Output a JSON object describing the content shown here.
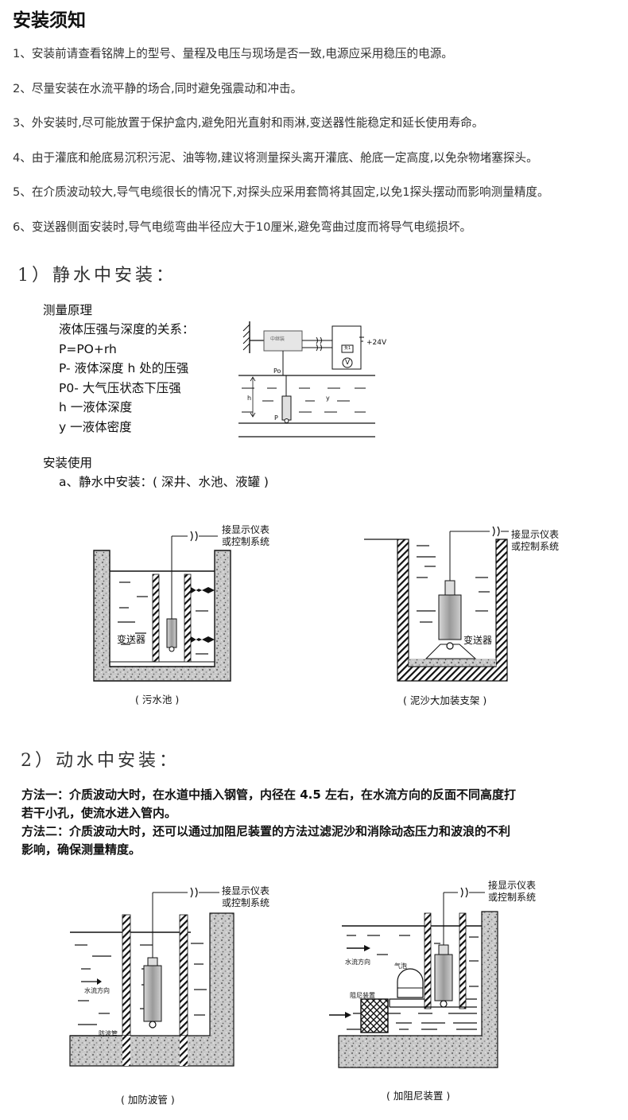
{
  "title": "安装须知",
  "notes": [
    "1、安装前请查看铭牌上的型号、量程及电压与现场是否一致,电源应采用稳压的电源。",
    "2、尽量安装在水流平静的场合,同时避免强震动和冲击。",
    "3、外安装时,尽可能放置于保护盒内,避免阳光直射和雨淋,变送器性能稳定和延长使用寿命。",
    "4、由于灌底和舱底易沉积污泥、油等物,建议将测量探头离开灌底、舱底一定高度,以免杂物堵塞探头。",
    "5、在介质波动较大,导气电缆很长的情况下,对探头应采用套筒将其固定,以免1探头摆动而影响测量精度。",
    "6、变送器侧面安装时,导气电缆弯曲半径应大于10厘米,避免弯曲过度而将导气电缆损坏。"
  ],
  "static": {
    "heading": "1）静水中安装：",
    "principle_title": "测量原理",
    "principle_lines": [
      "液体压强与深度的关系：",
      "P=PO+rh",
      "P- 液体深度 h 处的压强",
      "P0- 大气压状态下压强",
      "h 一液体深度",
      "y 一液体密度"
    ],
    "schematic": {
      "box_label": "中继装",
      "voltage": "+24V",
      "meter": "V",
      "unit": "负1",
      "po": "Po",
      "h": "h",
      "y": "y",
      "p": "P"
    },
    "usage_title": "安装使用",
    "usage_sub": "a、静水中安装：( 深井、水池、液罐 )",
    "diagram_a": {
      "label": "接显示仪表\n或控制系统",
      "sensor": "变送器",
      "caption": "( 污水池 )"
    },
    "diagram_b": {
      "label": "接显示仪表\n或控制系统",
      "sensor": "变送器",
      "caption": "( 泥沙大加装支架 )"
    }
  },
  "dynamic": {
    "heading": "2）动水中安装：",
    "method1": "方法一：介质波动大时，在水道中插入钢管，内径在  4.5  左右，在水流方向的反面不同高度打若干小孔，使流水进入管内。",
    "method1_line1": "方法一：介质波动大时，在水道中插入钢管，内径在  4.5  左右，在水流方向的反面不同高度打",
    "method1_line2": "若干小孔，使流水进入管内。",
    "method2_line1": "方法二：介质波动大时，还可以通过加阻尼装置的方法过滤泥沙和消除动态压力和波浪的不利",
    "method2_line2": "影响，确保测量精度。",
    "diagram_c": {
      "label": "接显示仪表\n或控制系统",
      "flow": "水流方向",
      "pipe": "防波管",
      "caption": "( 加防波管 )"
    },
    "diagram_d": {
      "label": "接显示仪表\n或控制系统",
      "flow": "水流方向",
      "bubble": "气泡",
      "damper": "阻尼装置",
      "caption": "( 加阻尼装置 )"
    }
  }
}
